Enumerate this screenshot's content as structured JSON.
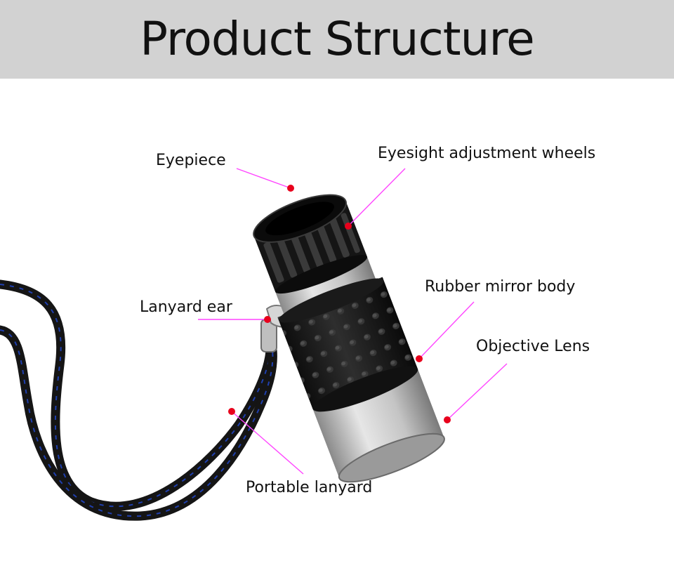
{
  "header": {
    "title": "Product Structure"
  },
  "labels": {
    "eyepiece": "Eyepiece",
    "adjustment_wheels": "Eyesight adjustment wheels",
    "rubber_body": "Rubber mirror body",
    "lanyard_ear": "Lanyard ear",
    "objective_lens": "Objective Lens",
    "portable_lanyard": "Portable lanyard"
  },
  "colors": {
    "header_bg": "#d2d2d2",
    "callout_line": "#ff44ff",
    "callout_dot": "#e8001c",
    "body_rubber": "#1c1c1c",
    "body_metal": "#c9c9c9",
    "lanyard": "#151515",
    "lanyard_stitch": "#1f3fae"
  }
}
